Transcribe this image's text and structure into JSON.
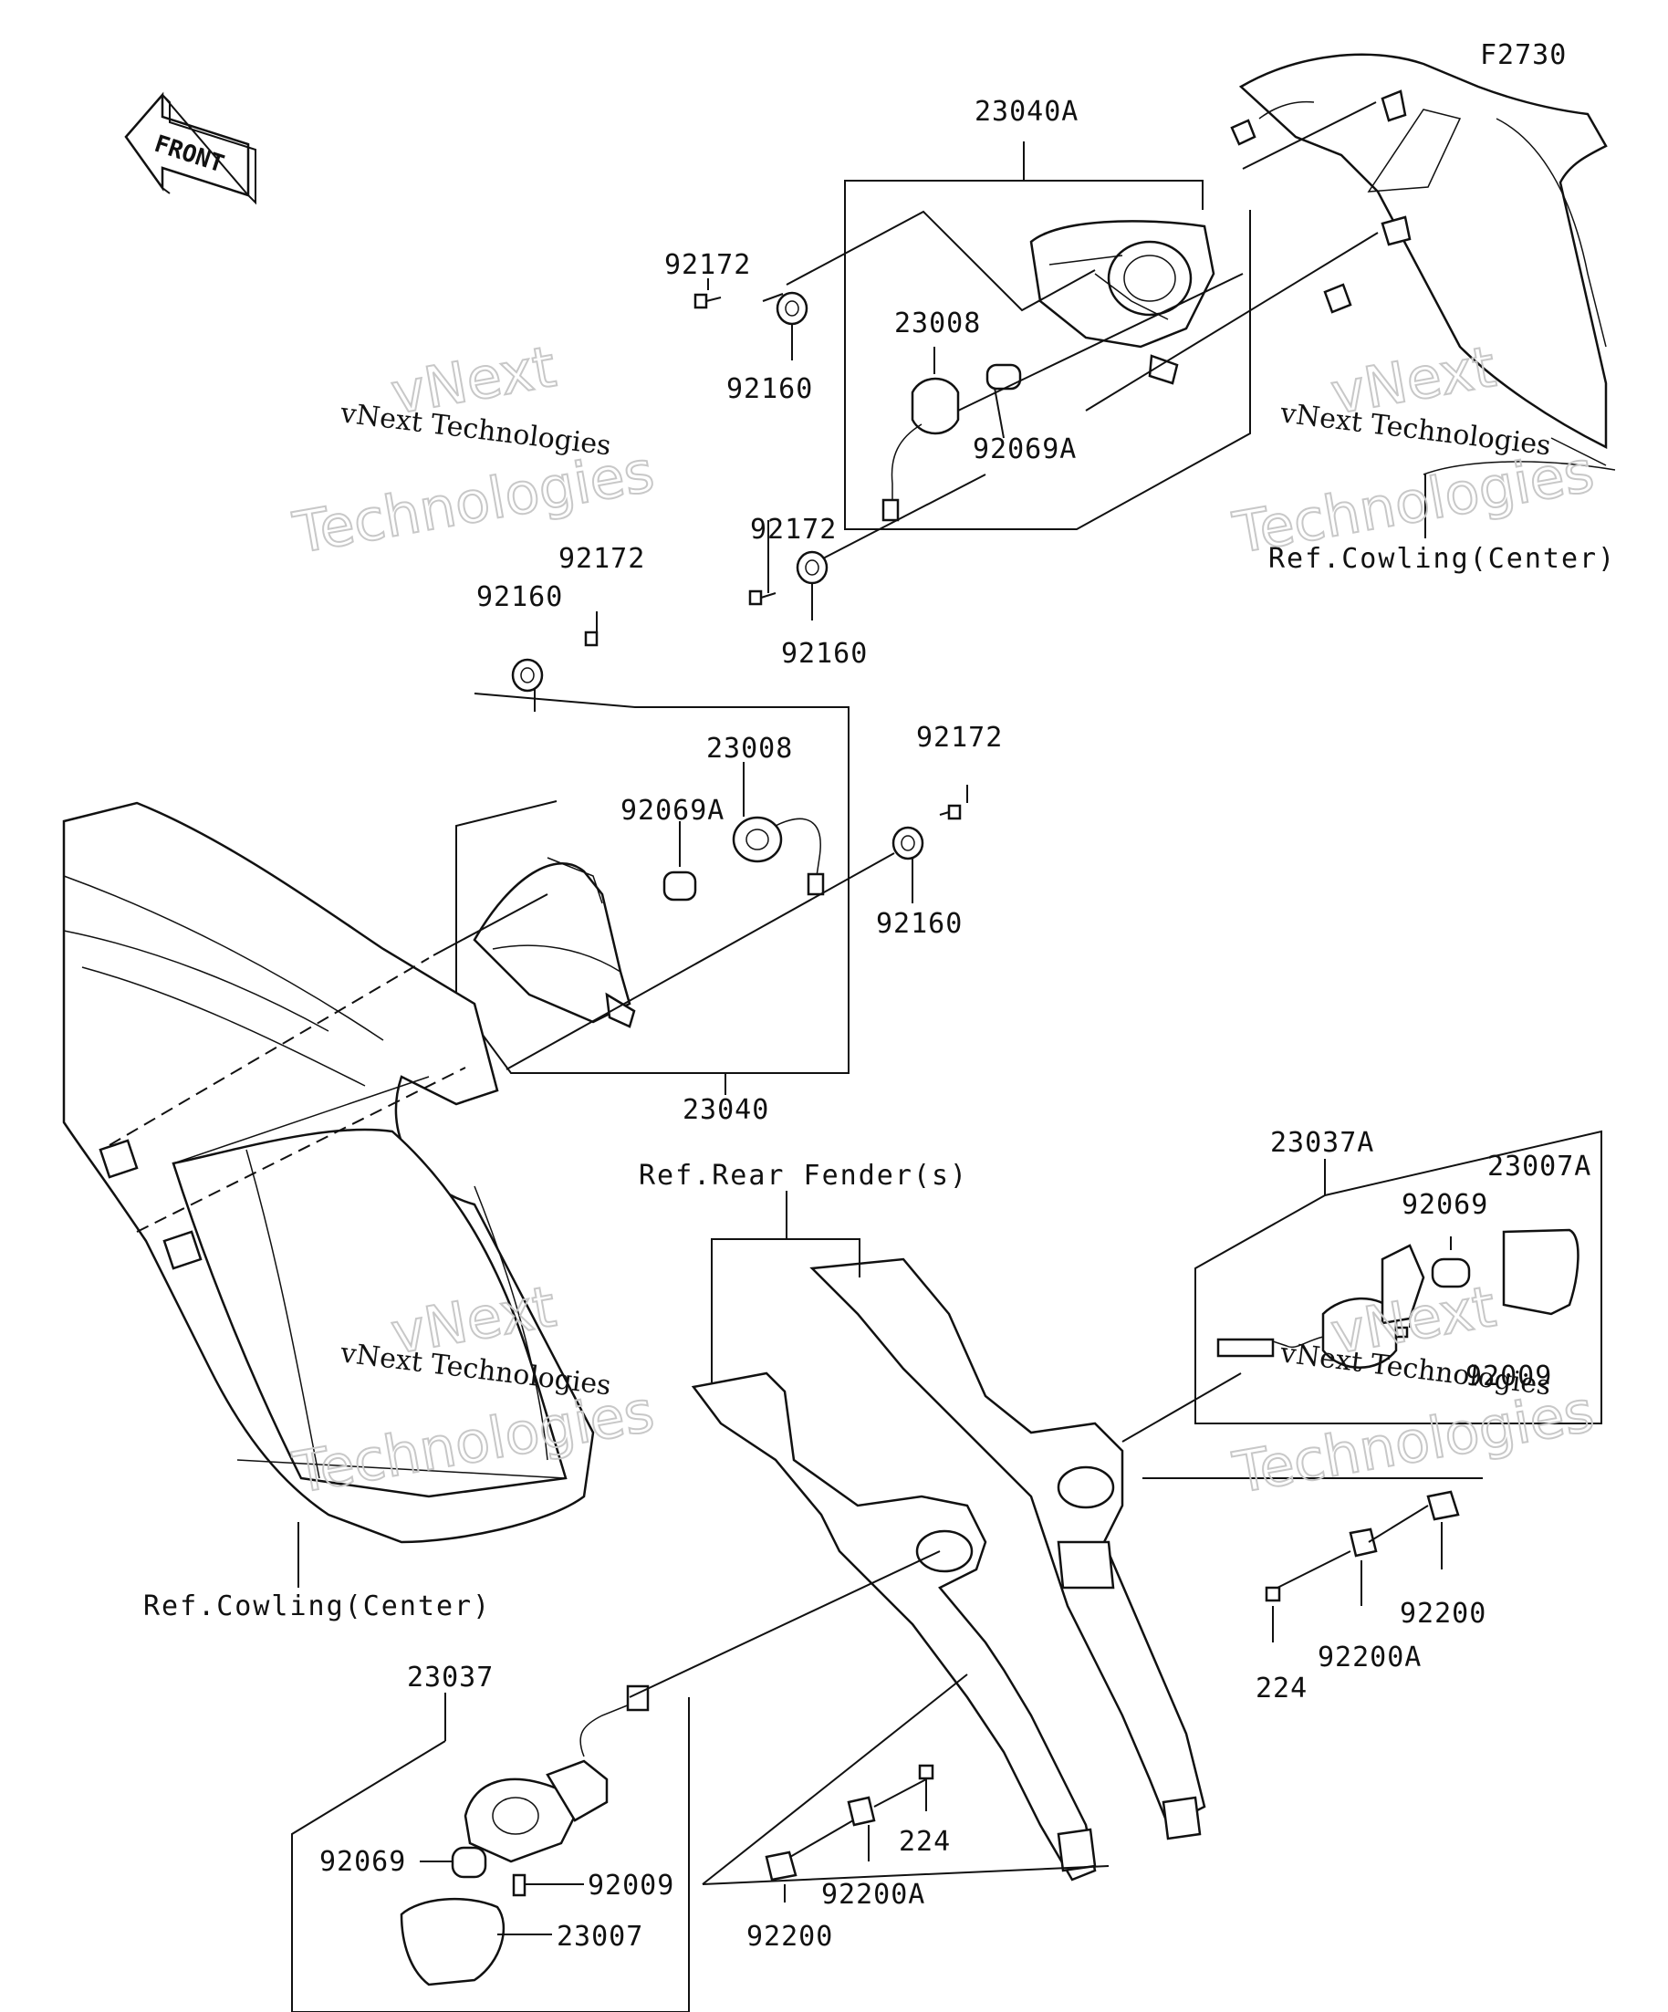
{
  "figure_id": "F2730",
  "front_label": "FRONT",
  "references": {
    "cowling_top": "Ref.Cowling(Center)",
    "cowling_left": "Ref.Cowling(Center)",
    "rear_fender": "Ref.Rear Fender(s)"
  },
  "watermark": {
    "line1": "vNext Technologies",
    "brand": "vNext",
    "word": "Technologies"
  },
  "parts": {
    "p23040A": "23040A",
    "p23040": "23040",
    "p23008_top": "23008",
    "p23008_mid": "23008",
    "p92069A_top": "92069A",
    "p92069A_mid": "92069A",
    "p92172_a": "92172",
    "p92172_b": "92172",
    "p92172_c": "92172",
    "p92172_d": "92172",
    "p92160_a": "92160",
    "p92160_b": "92160",
    "p92160_c": "92160",
    "p92160_d": "92160",
    "p23037A": "23037A",
    "p23007A": "23007A",
    "p92069_right": "92069",
    "p92009_right": "92009",
    "p92200_right": "92200",
    "p92200A_right": "92200A",
    "p224_right": "224",
    "p23037": "23037",
    "p92069_left": "92069",
    "p92009_left": "92009",
    "p23007": "23007",
    "p224_left": "224",
    "p92200A_left": "92200A",
    "p92200_left": "92200"
  }
}
